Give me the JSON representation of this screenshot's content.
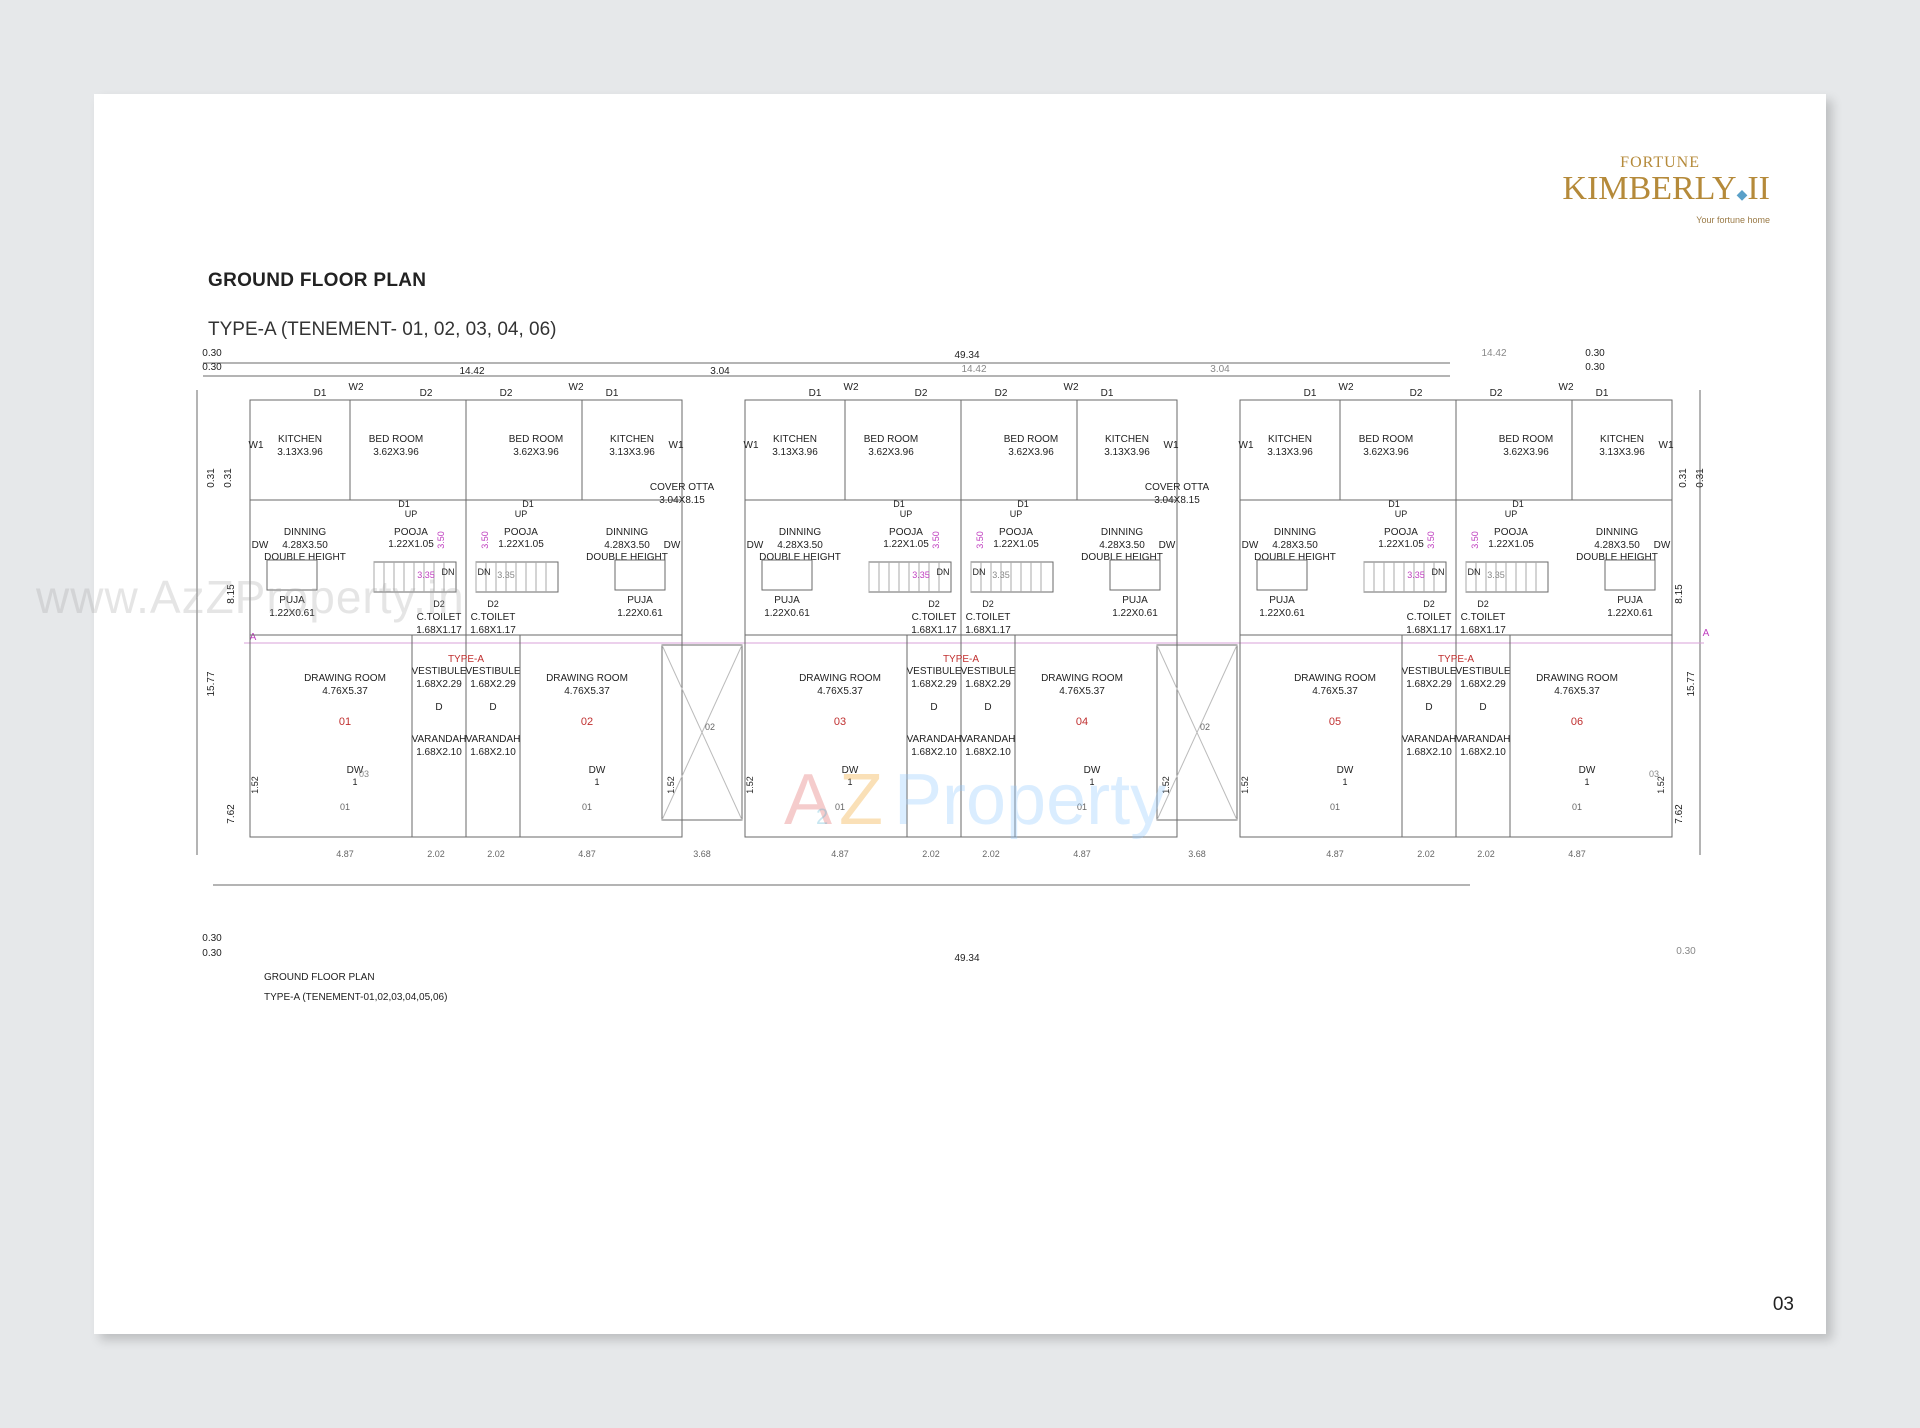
{
  "logo": {
    "top": "FORTUNE",
    "main": "KIMBERLY",
    "numeral": "II",
    "tagline": "Your fortune home"
  },
  "title": "GROUND FLOOR PLAN",
  "subtitle": "TYPE-A (TENEMENT- 01, 02, 03, 04, 06)",
  "page_number": "03",
  "watermark_url": "www.AzZProperty.in",
  "watermark_center": {
    "a": "A",
    "z2": "2",
    "z": "Z",
    "rest": "Property"
  },
  "plan": {
    "overall_width": "49.34",
    "half_width": "14.42",
    "gap_width": "3.04",
    "edge": "0.30",
    "edge2": "0.31",
    "depth": "15.77",
    "depth_top": "8.15",
    "depth_bottom": "7.62",
    "caption_title": "GROUND FLOOR PLAN",
    "caption_sub": "TYPE-A (TENEMENT-01,02,03,04,05,06)",
    "cover_otta_label": "COVER OTTA",
    "cover_otta_size": "3.04X8.15",
    "labels": {
      "kitchen": "KITCHEN",
      "kitchen_size": "3.13X3.96",
      "bedroom": "BED ROOM",
      "bedroom_size": "3.62X3.96",
      "dinning": "DINNING",
      "dinning_size": "4.28X3.50",
      "double_height": "DOUBLE HEIGHT",
      "pooja": "POOJA",
      "pooja_size": "1.22X1.05",
      "puja": "PUJA",
      "puja_size": "1.22X0.61",
      "toilet": "C.TOILET",
      "toilet_size": "1.68X1.17",
      "drawing": "DRAWING ROOM",
      "drawing_size": "4.76X5.37",
      "vestibule": "VESTIBULE",
      "vestibule_size": "1.68X2.29",
      "varandah": "VARANDAH",
      "varandah_size": "1.68X2.10",
      "type_a": "TYPE-A",
      "dw": "DW",
      "d1": "D1",
      "d2": "D2",
      "d": "D",
      "w1": "W1",
      "w2": "W2",
      "up": "UP",
      "dn": "DN",
      "stair": "3.50",
      "stair2": "3.35",
      "one": "1",
      "o1": "01",
      "o2": "02",
      "o3": "03",
      "axis": "A",
      "d487": "4.87",
      "d202": "2.02",
      "d368": "3.68",
      "d152": "1.52"
    },
    "units": [
      "01",
      "02",
      "03",
      "04",
      "05",
      "06"
    ]
  }
}
